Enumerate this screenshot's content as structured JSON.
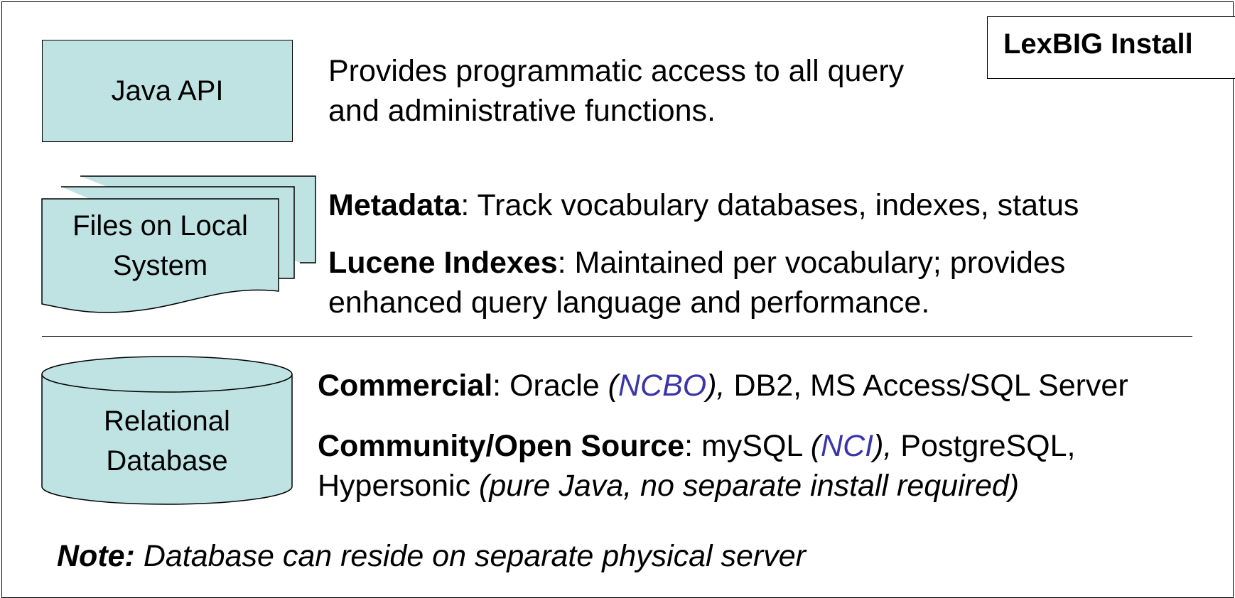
{
  "title": "LexBIG Install",
  "java_api": {
    "label": "Java API",
    "desc_line1": "Provides programmatic access to all query",
    "desc_line2": "and administrative functions."
  },
  "files": {
    "label_line1": "Files on Local",
    "label_line2": "System",
    "metadata_bold": "Metadata",
    "metadata_rest": ": Track vocabulary databases, indexes, status",
    "lucene_bold": "Lucene Indexes",
    "lucene_rest": ": Maintained per vocabulary; provides",
    "lucene_line2": "enhanced query language and performance."
  },
  "database": {
    "label_line1": "Relational",
    "label_line2": "Database",
    "commercial_bold": "Commercial",
    "commercial_a": ": Oracle ",
    "commercial_ncbo_open": "(",
    "commercial_ncbo": "NCBO",
    "commercial_ncbo_close": "),",
    "commercial_b": " DB2, MS Access/SQL Server",
    "community_bold": "Community/Open Source",
    "community_a": ": mySQL ",
    "community_nci_open": "(",
    "community_nci": "NCI",
    "community_nci_close": "),",
    "community_b": " PostgreSQL,",
    "community_line2_a": "Hypersonic ",
    "community_line2_italic": "(pure Java, no separate install required)"
  },
  "note": {
    "bold": "Note:",
    "rest": " Database can reside on separate physical server"
  },
  "colors": {
    "shape_fill": "#bfe3e3",
    "accent_blue": "#3a35a8"
  }
}
